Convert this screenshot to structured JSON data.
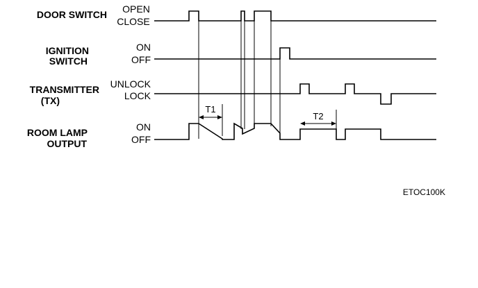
{
  "signals": [
    {
      "id": "door",
      "title": [
        "DOOR SWITCH"
      ],
      "high_label": "OPEN",
      "low_label": "CLOSE"
    },
    {
      "id": "ign",
      "title": [
        "IGNITION",
        "SWITCH"
      ],
      "high_label": "ON",
      "low_label": "OFF"
    },
    {
      "id": "tx",
      "title": [
        "TRANSMITTER",
        "(TX)"
      ],
      "high_label": "UNLOCK",
      "low_label": "LOCK"
    },
    {
      "id": "lamp",
      "title": [
        "ROOM LAMP",
        "OUTPUT"
      ],
      "high_label": "ON",
      "low_label": "OFF"
    }
  ],
  "intervals": [
    {
      "id": "t1",
      "label": "T1"
    },
    {
      "id": "t2",
      "label": "T2"
    }
  ],
  "figure_code": "ETOC100K"
}
